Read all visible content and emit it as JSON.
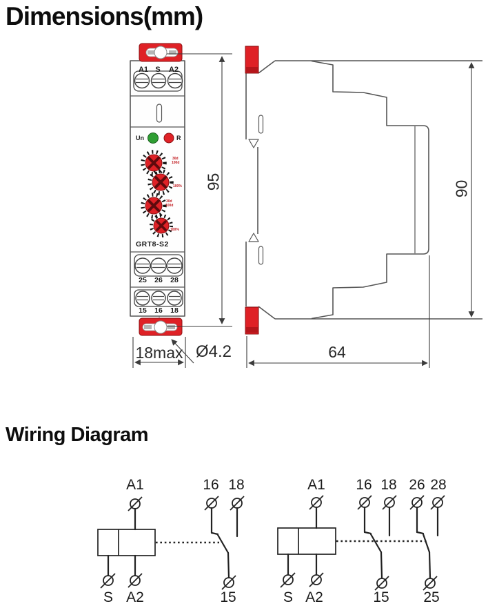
{
  "titles": {
    "dimensions": "Dimensions(mm)",
    "wiring": "Wiring Diagram"
  },
  "front_view": {
    "top_terminals": [
      "A1",
      "S",
      "A2"
    ],
    "led_labels": {
      "power": "Un",
      "reset": "R"
    },
    "model": "GRT8-S2",
    "dial_scales": [
      "30d",
      "100d",
      "100%",
      "30d",
      "100d",
      "100%"
    ],
    "middle_terminals": [
      "25",
      "26",
      "28"
    ],
    "bottom_terminals": [
      "15",
      "16",
      "18"
    ]
  },
  "dimension_labels": {
    "front_height": "95",
    "side_height": "90",
    "depth": "64",
    "width": "18max",
    "hole_diameter": "Ø4.2"
  },
  "wiring_left": {
    "top_labels": [
      "A1",
      "16",
      "18"
    ],
    "bottom_labels": [
      "S",
      "A2",
      "15"
    ]
  },
  "wiring_right": {
    "top_labels": [
      "A1",
      "16",
      "18",
      "26",
      "28"
    ],
    "bottom_labels": [
      "S",
      "A2",
      "15",
      "25"
    ]
  },
  "colors": {
    "accent_red": "#df2126",
    "led_green": "#2f9e33",
    "led_red": "#e02227",
    "drawing_line": "#4d4d4d"
  }
}
